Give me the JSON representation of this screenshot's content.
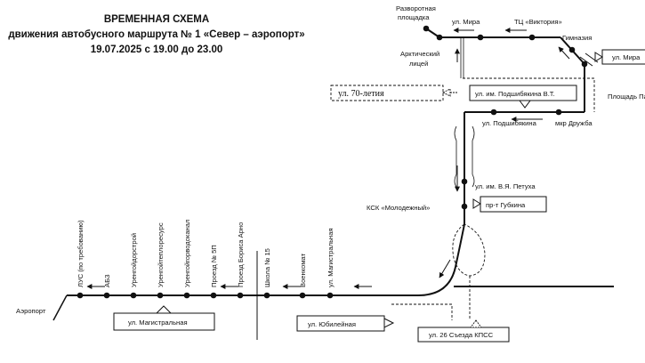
{
  "title": {
    "line1": "ВРЕМЕННАЯ СХЕМА",
    "line2": "движения автобусного маршрута № 1 «Север – аэропорт»",
    "line3": "19.07.2025 с 19.00 до 23.00"
  },
  "labels": {
    "razvorot_1": "Разворотная",
    "razvorot_2": "площадка",
    "mira_top": "ул. Мира",
    "viktoria": "ТЦ «Виктория»",
    "gimnazia": "Гимназия",
    "arktich_1": "Арктический",
    "arktich_2": "лицей",
    "ploshchad": "Площадь Па",
    "druzhba": "мкр Дружба",
    "podshib_stop": "ул. Подшибякина",
    "petukha": "ул. им. В.Я. Петуха",
    "ksk": "КСК «Молодежный»",
    "airport": "Аэропорт"
  },
  "boxes": {
    "mira_box": "ул. Мира",
    "letiya_box": "ул. 70-летия",
    "podshib_box": "ул. им. Подшибякина В.Т.",
    "gubkina_box": "пр-т Губкина",
    "magistral_box": "ул. Магистральная",
    "yubil_box": "ул. Юбилейная",
    "kpss_box": "ул. 26 Съезда КПСС"
  },
  "bottom_stops": [
    "ЛУС (по требованию)",
    "АБЗ",
    "Уренгойдорстрой",
    "Уренгойтеплоресурс",
    "Уренгойгорводоканал",
    "Проезд № 5П",
    "Проезд Бориса Арно",
    "Школа № 15",
    "Военкомат",
    "ул. Магистральная"
  ]
}
